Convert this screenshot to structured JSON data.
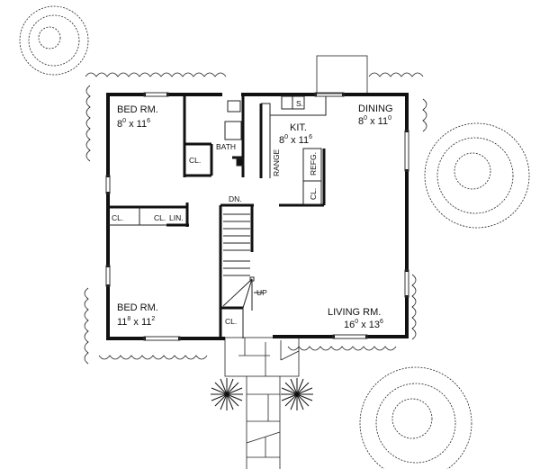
{
  "plan": {
    "stroke_color": "#111111",
    "background": "#ffffff",
    "rooms": [
      {
        "id": "bed1",
        "name": "BED RM.",
        "dim_w": "8",
        "dim_w_in": "0",
        "dim_h": "11",
        "dim_h_in": "6"
      },
      {
        "id": "bath",
        "name": "BATH"
      },
      {
        "id": "kit",
        "name": "KIT.",
        "dim_w": "8",
        "dim_w_in": "0",
        "dim_h": "11",
        "dim_h_in": "6"
      },
      {
        "id": "dining",
        "name": "DINING",
        "dim_w": "8",
        "dim_w_in": "0",
        "dim_h": "11",
        "dim_h_in": "0"
      },
      {
        "id": "bed2",
        "name": "BED RM.",
        "dim_w": "11",
        "dim_w_in": "8",
        "dim_h": "11",
        "dim_h_in": "2"
      },
      {
        "id": "living",
        "name": "LIVING RM.",
        "dim_w": "16",
        "dim_w_in": "0",
        "dim_h": "13",
        "dim_h_in": "6"
      }
    ],
    "labels": {
      "cl_bed1": "CL.",
      "cl_hall1": "CL.",
      "cl_hall2": "CL.",
      "lin": "LIN.",
      "cl_stair": "CL.",
      "cl_kit": "CL.",
      "sink": "S.",
      "range": "RANGE",
      "refg": "REFG.",
      "dn": "DN.",
      "up": "UP",
      "x": "x"
    }
  }
}
